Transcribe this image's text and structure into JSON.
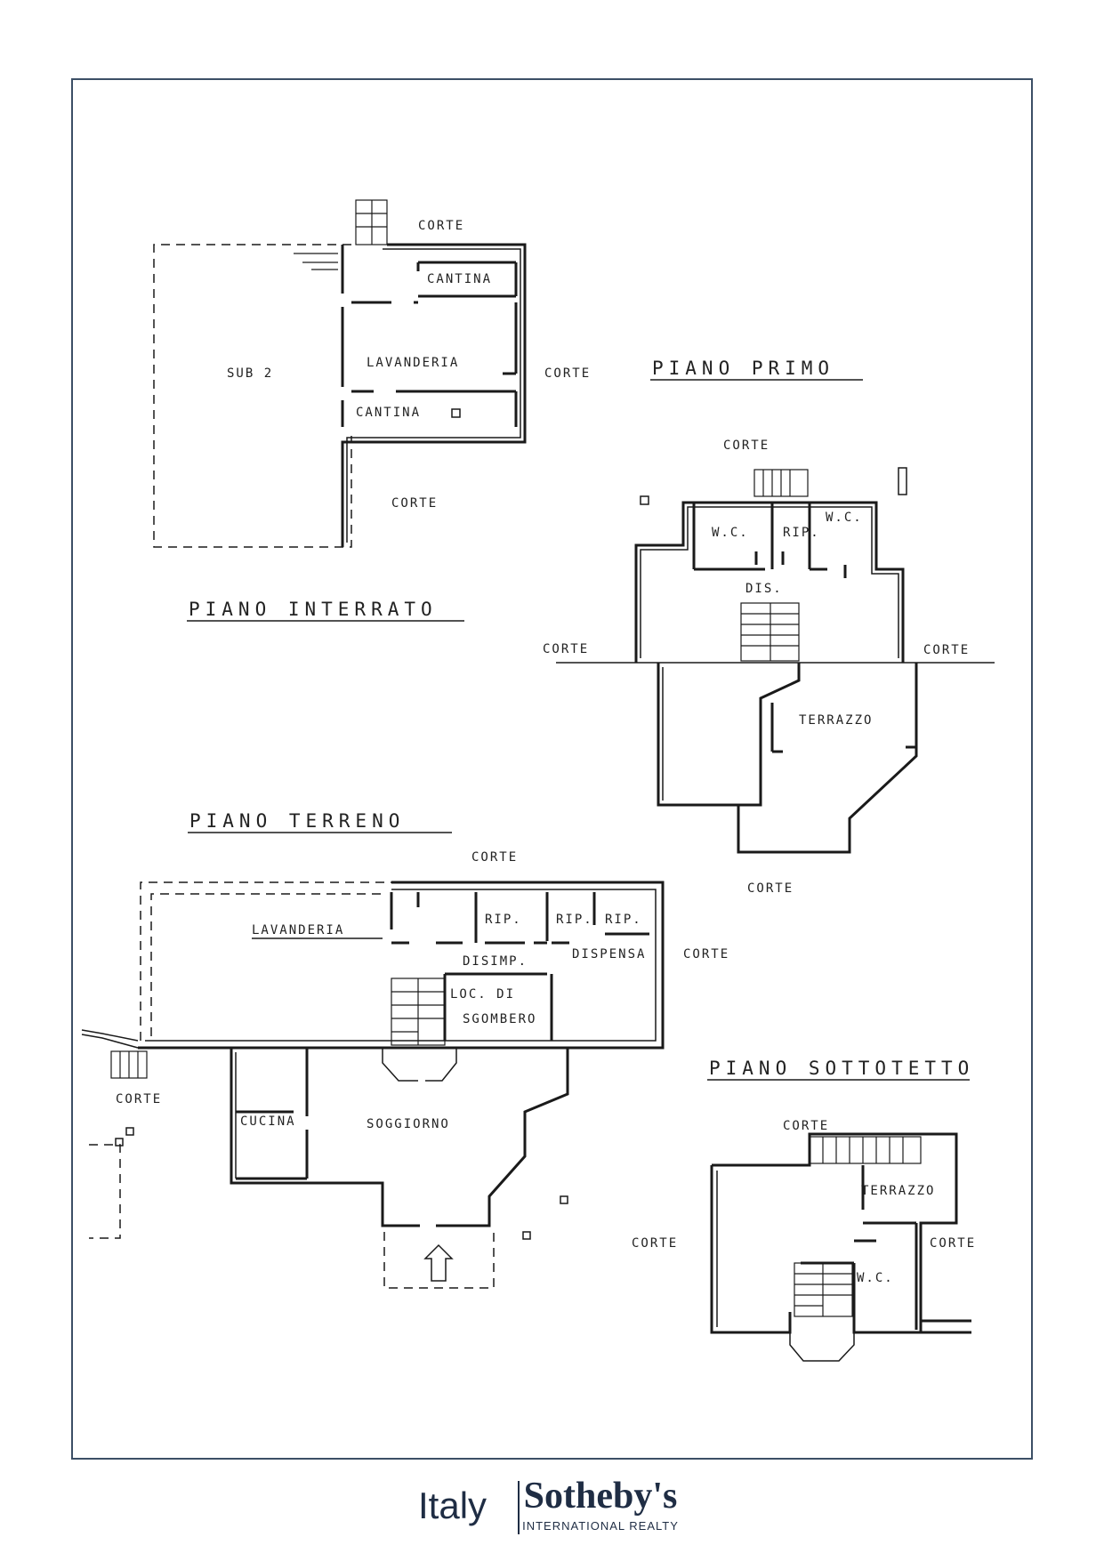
{
  "floors": {
    "interrato": {
      "title": "PIANO INTERRATO",
      "labels": {
        "corte_top": "CORTE",
        "cantina_1": "CANTINA",
        "lavanderia": "LAVANDERIA",
        "sub2": "SUB 2",
        "corte_right": "CORTE",
        "cantina_2": "CANTINA",
        "corte_bottom": "CORTE"
      }
    },
    "primo": {
      "title": "PIANO PRIMO",
      "labels": {
        "corte_top": "CORTE",
        "wc_left": "W.C.",
        "rip": "RIP.",
        "wc_right": "W.C.",
        "dis": "DIS.",
        "corte_left": "CORTE",
        "corte_right": "CORTE",
        "terrazzo": "TERRAZZO",
        "corte_bottom": "CORTE"
      }
    },
    "terreno": {
      "title": "PIANO TERRENO",
      "labels": {
        "corte_top": "CORTE",
        "lavanderia": "LAVANDERIA",
        "rip_1": "RIP.",
        "rip_2": "RIP.",
        "rip_3": "RIP.",
        "disimp": "DISIMP.",
        "dispensa": "DISPENSA",
        "corte_right": "CORTE",
        "loc_1": "LOC. DI",
        "loc_2": "SGOMBERO",
        "corte_left": "CORTE",
        "cucina": "CUCINA",
        "soggiorno": "SOGGIORNO"
      }
    },
    "sottotetto": {
      "title": "PIANO SOTTOTETTO",
      "labels": {
        "corte_top": "CORTE",
        "terrazzo": "TERRAZZO",
        "corte_left": "CORTE",
        "corte_right": "CORTE",
        "wc": "W.C."
      }
    }
  },
  "footer": {
    "left": "Italy",
    "brand": "Sotheby's",
    "sub": "INTERNATIONAL REALTY"
  }
}
